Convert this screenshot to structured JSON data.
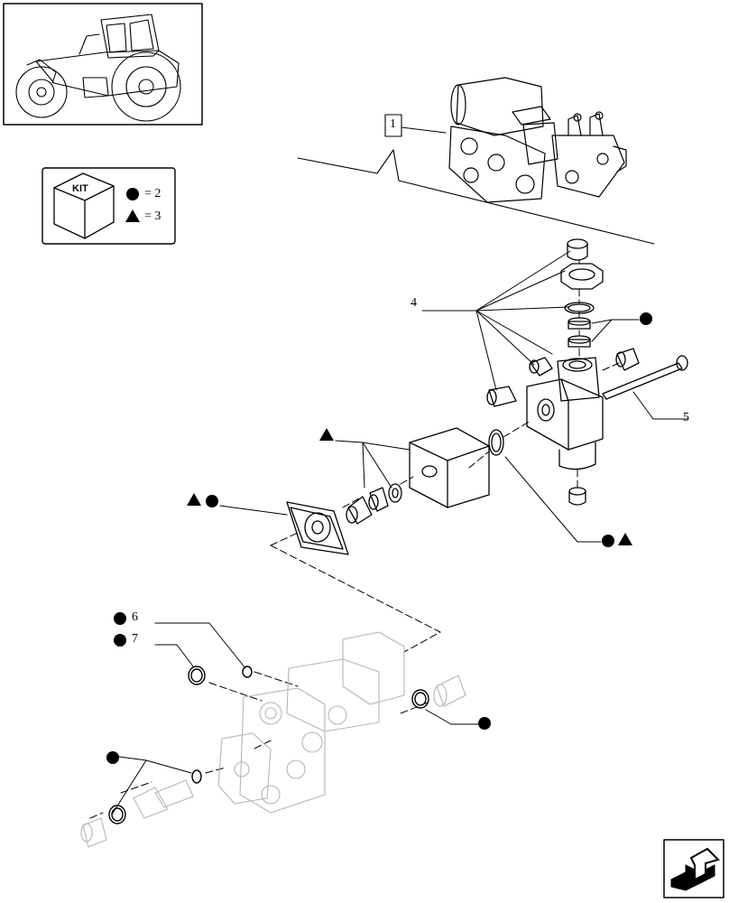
{
  "kit_box": {
    "title": "KIT",
    "legend": [
      {
        "symbol": "circle",
        "text": "= 2"
      },
      {
        "symbol": "triangle",
        "text": "= 3"
      }
    ]
  },
  "callouts": {
    "ref1": "1",
    "ref4": "4",
    "ref5": "5",
    "ref6": "6",
    "ref7": "7"
  },
  "icons": {
    "thumbnail": "tractor-thumbnail-icon",
    "nav": "next-page-arrow-icon"
  }
}
